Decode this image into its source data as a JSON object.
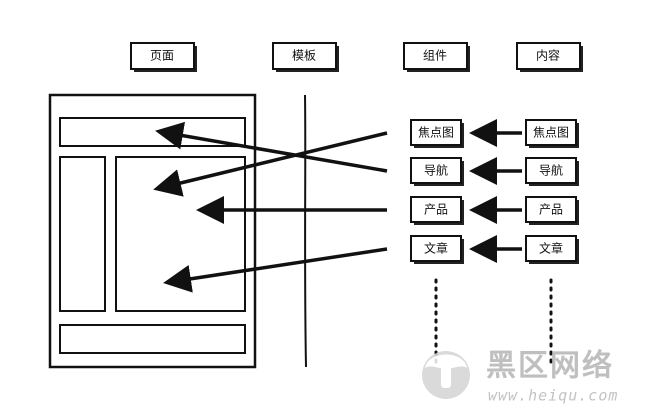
{
  "headers": {
    "page": "页面",
    "template": "模板",
    "component": "组件",
    "content": "内容"
  },
  "components": [
    "焦点图",
    "导航",
    "产品",
    "文章"
  ],
  "contents": [
    "焦点图",
    "导航",
    "产品",
    "文章"
  ],
  "watermark": {
    "name": "黑区网络",
    "url": "www.heiqu.com"
  },
  "colors": {
    "ink": "#111111",
    "watermark": "#b5b5b5"
  },
  "icons": [
    "mushroom-logo-icon",
    "arrow-left-icon",
    "dotted-continuation-icon"
  ]
}
